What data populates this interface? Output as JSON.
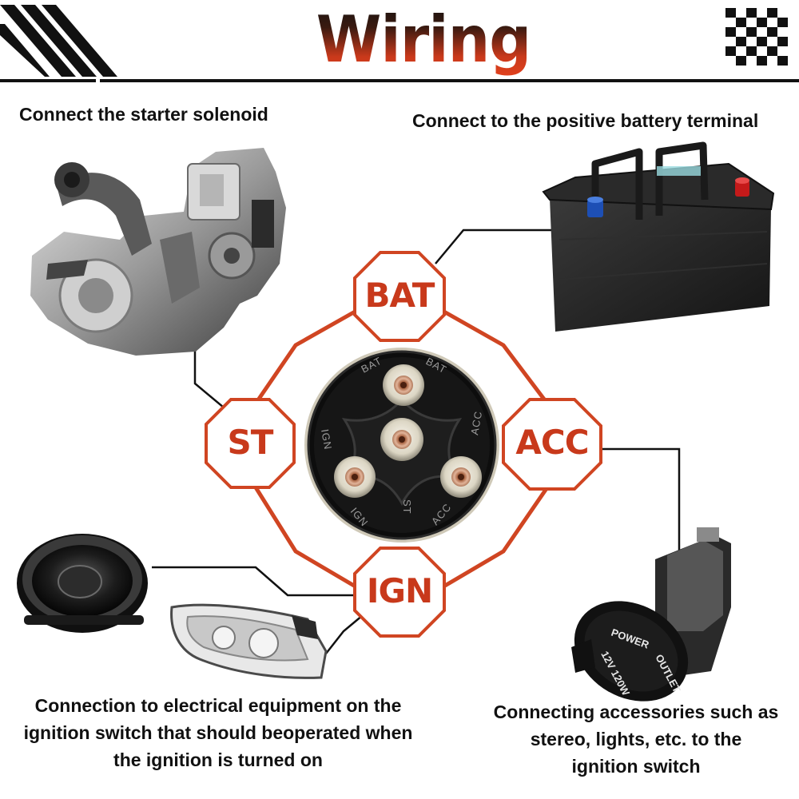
{
  "title": "Wiring Method",
  "captions": {
    "starter": "Connect the starter solenoid",
    "battery": "Connect to the positive battery terminal",
    "ignition": [
      "Connection to electrical equipment on the",
      "ignition switch that should beoperated when",
      "the ignition is turned on"
    ],
    "accessories": [
      "Connecting accessories such as",
      "stereo, lights, etc. to the",
      "ignition switch"
    ]
  },
  "terminals": {
    "bat": "BAT",
    "st": "ST",
    "acc": "ACC",
    "ign": "IGN"
  },
  "switch_markings": {
    "bat_left": "BAT",
    "bat_right": "BAT",
    "ign_left": "IGN",
    "ign_bottom": "IGN",
    "acc_right": "ACC",
    "acc_bottom": "ACC",
    "st": "ST"
  },
  "outlet_markings": {
    "power": "POWER",
    "rating": "12V 120W",
    "outlet": "OUTLET"
  },
  "colors": {
    "accent": "#c8391b",
    "stroke": "#d04522",
    "wire": "#111111"
  },
  "icons": [
    "engine-image",
    "car-battery-image",
    "speaker-image",
    "headlight-image",
    "power-outlet-image",
    "ignition-switch-image",
    "checkered-flag-icon",
    "racing-stripes-icon"
  ]
}
